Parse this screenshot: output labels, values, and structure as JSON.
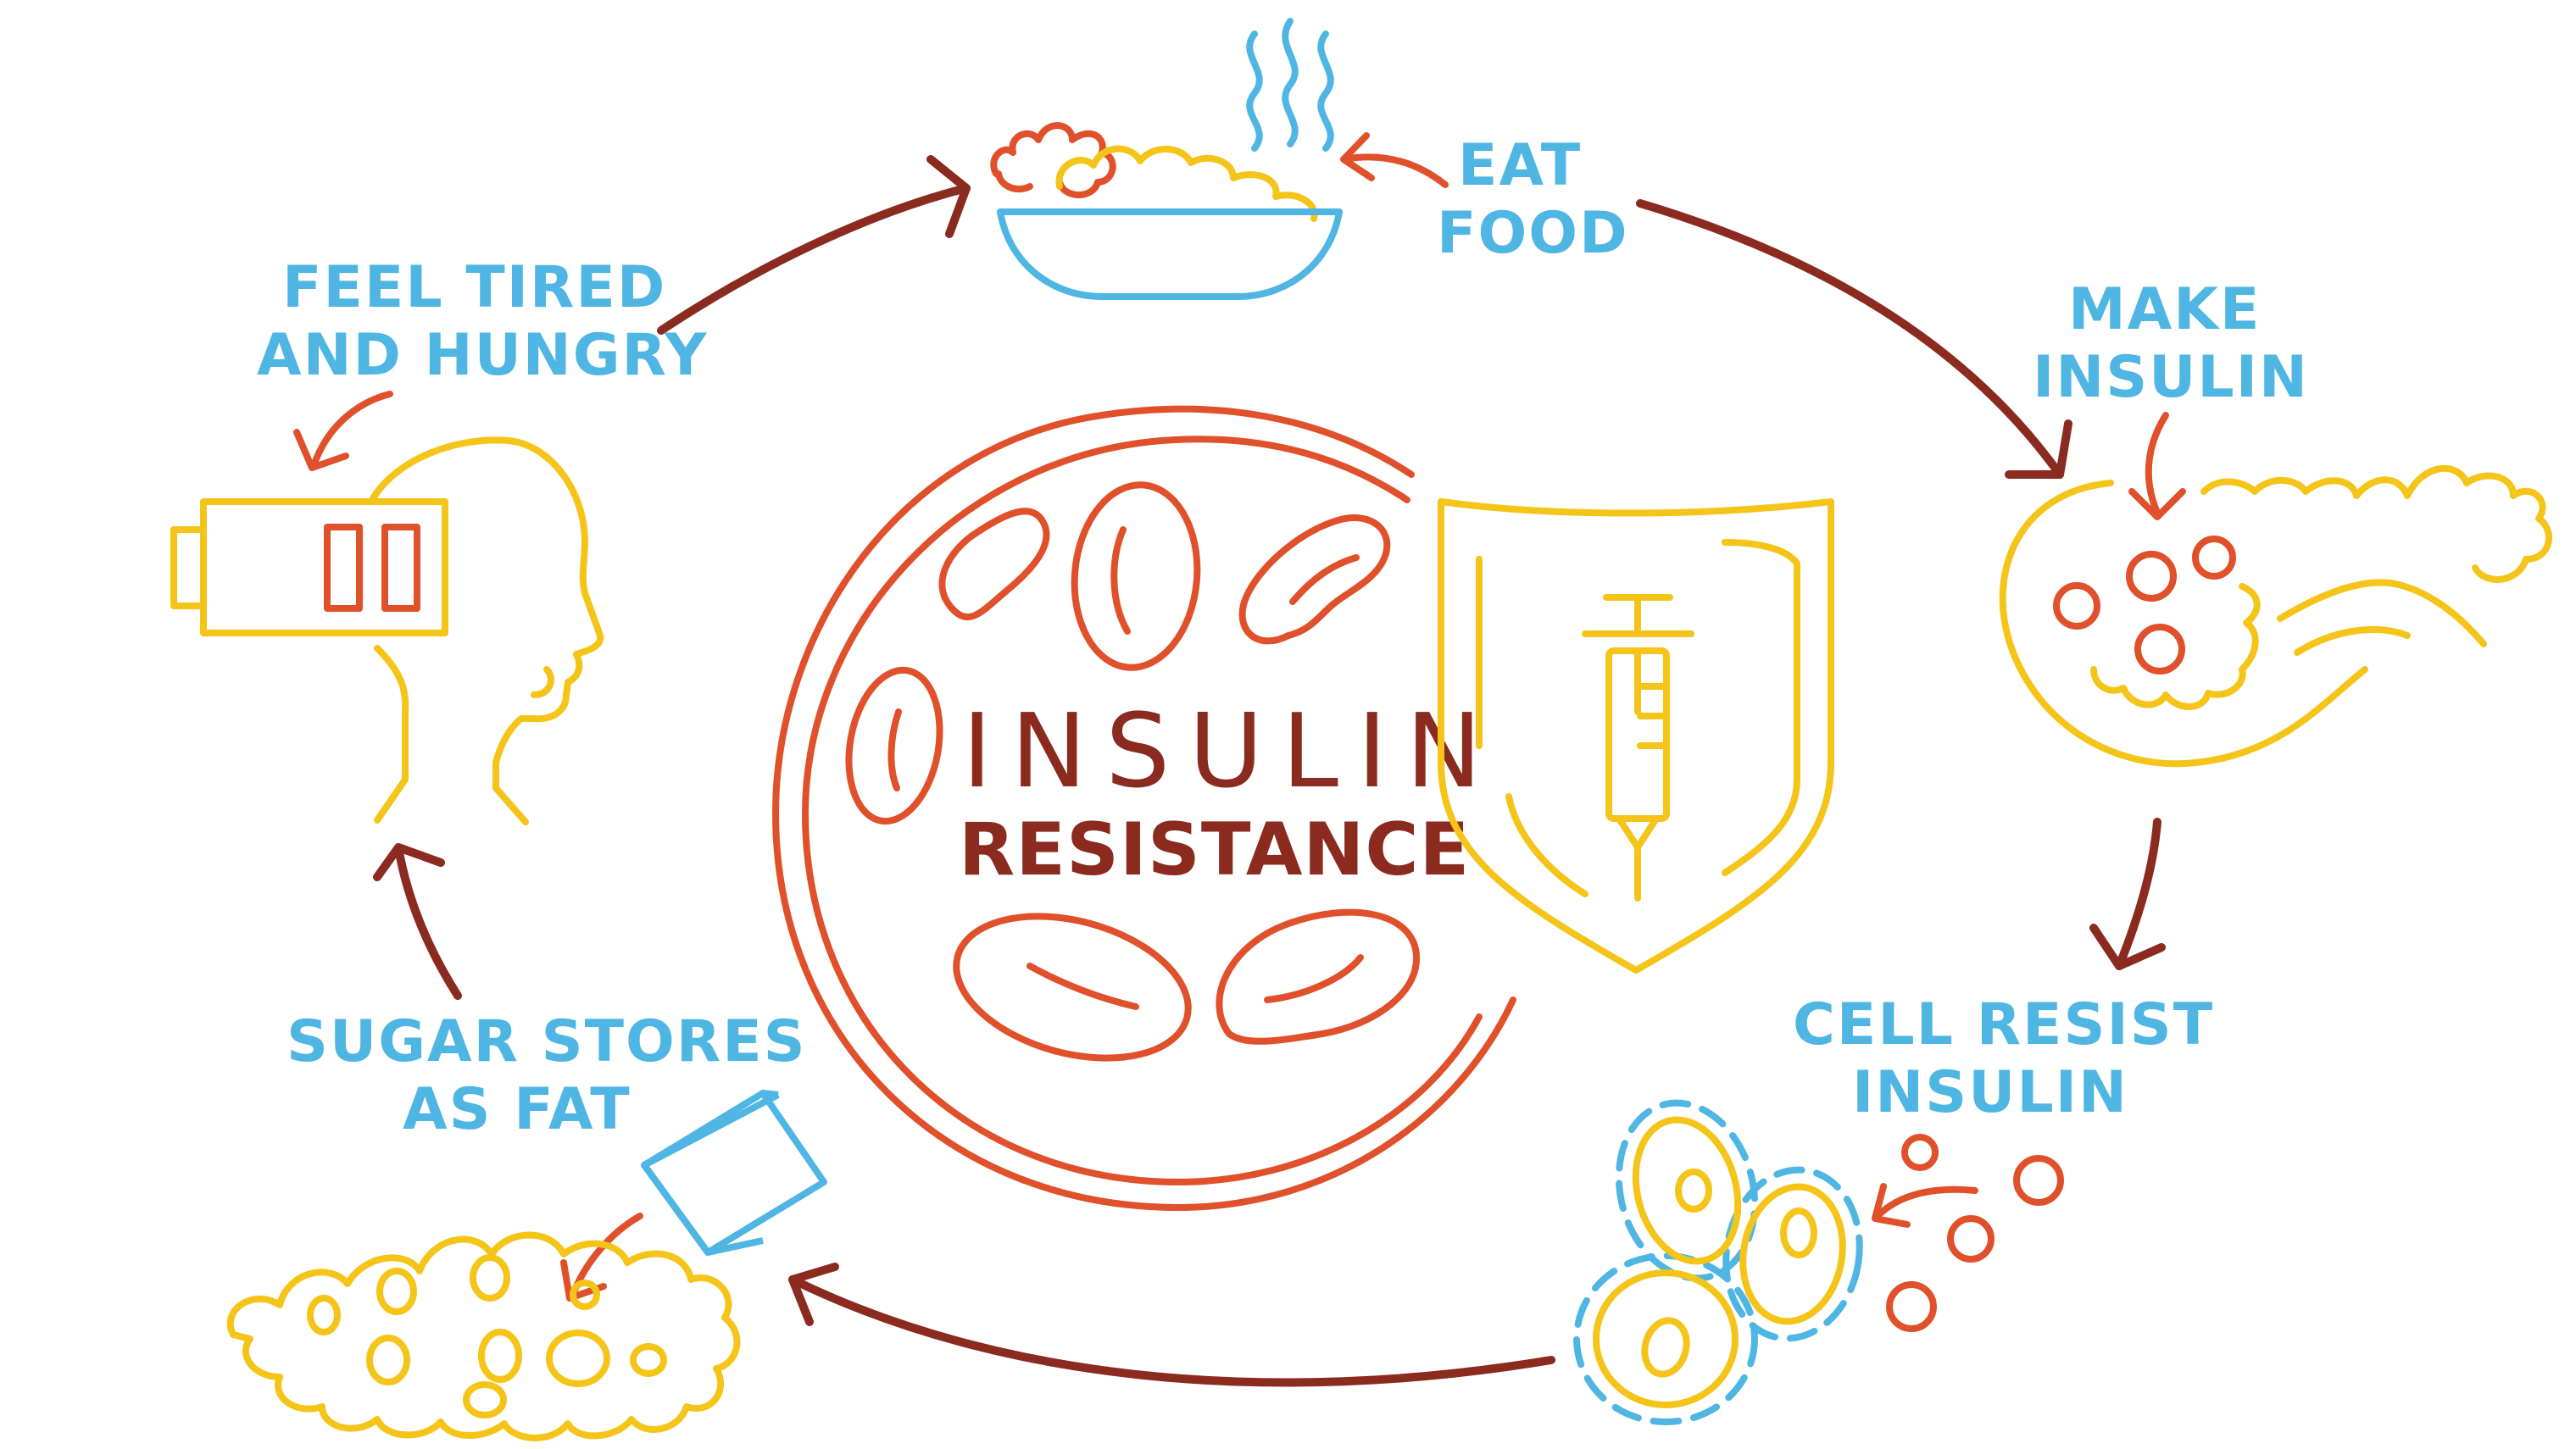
{
  "colors": {
    "blue": "#4FB6E3",
    "yellow": "#F5C419",
    "red": "#E0502B",
    "orange": "#E0502B",
    "dark_red": "#8B2A1E"
  },
  "center": {
    "title_line1": "INSULIN",
    "title_line2": "RESISTANCE"
  },
  "steps": {
    "eat_food": [
      "EAT",
      "FOOD"
    ],
    "make_insulin": [
      "MAKE",
      "INSULIN"
    ],
    "cell_resist": [
      "CELL RESIST",
      "INSULIN"
    ],
    "sugar_fat": [
      "SUGAR STORES",
      "AS FAT"
    ],
    "tired_hungry": [
      "FEEL TIRED",
      "AND HUNGRY"
    ]
  },
  "icons": {
    "food": "food-bowl-icon",
    "pancreas": "pancreas-icon",
    "cells": "cells-icon",
    "fat": "fat-tissue-icon",
    "sugar_cube": "sugar-cube-icon",
    "person": "tired-person-icon",
    "battery": "low-battery-icon",
    "blood_cells": "red-blood-cells-icon",
    "shield": "shield-icon",
    "syringe": "syringe-icon"
  }
}
